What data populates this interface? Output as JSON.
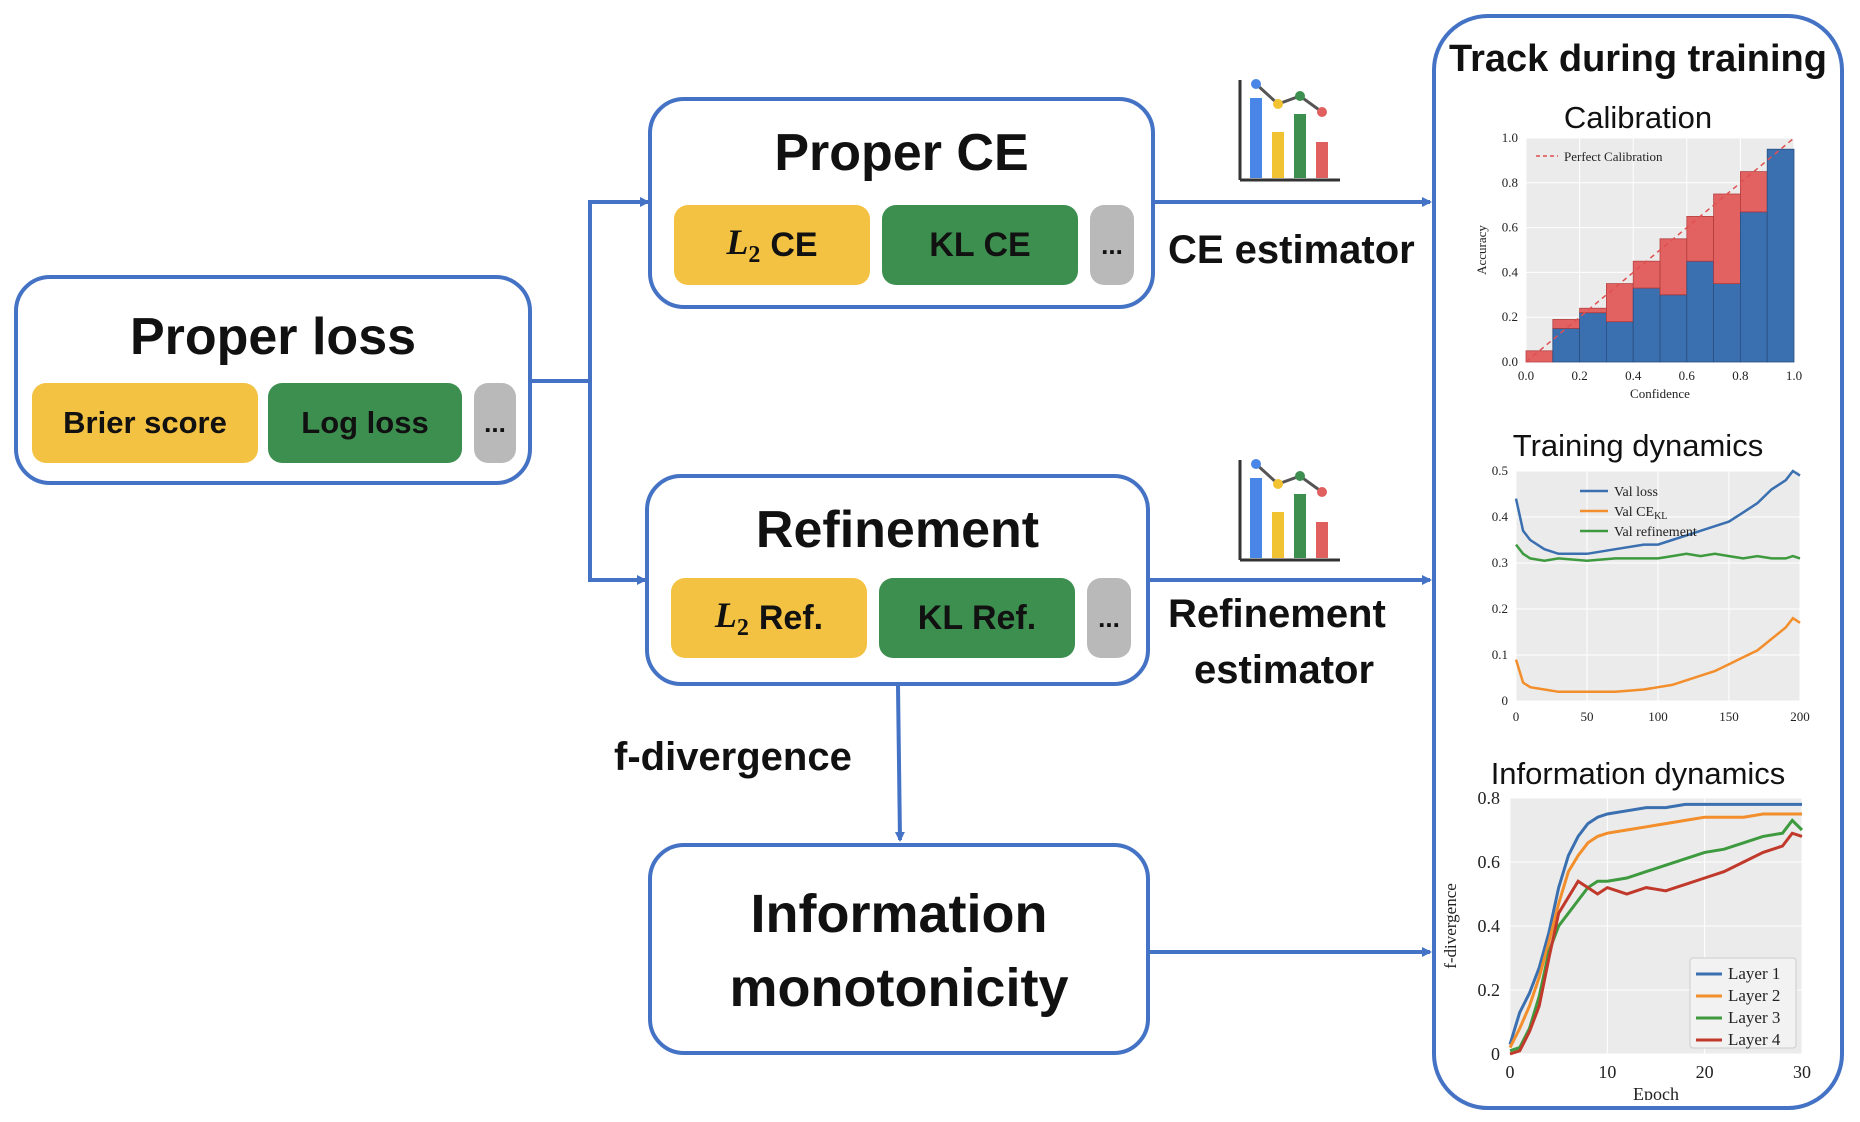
{
  "proper_loss": {
    "title": "Proper loss",
    "chips": {
      "c1": "Brier score",
      "c2": "Log loss",
      "more": "..."
    }
  },
  "proper_ce": {
    "title": "Proper CE",
    "chips": {
      "c1_math": "L",
      "c1_sub": "2",
      "c1_text": "CE",
      "c2": "KL CE",
      "more": "..."
    }
  },
  "refinement": {
    "title": "Refinement",
    "chips": {
      "c1_math": "L",
      "c1_sub": "2",
      "c1_text": "Ref.",
      "c2": "KL Ref.",
      "more": "..."
    }
  },
  "info_mono": {
    "line1": "Information",
    "line2": "monotonicity"
  },
  "edge_labels": {
    "ce_estimator": "CE estimator",
    "ref_estimator_1": "Refinement",
    "ref_estimator_2": "estimator",
    "f_divergence": "f-divergence"
  },
  "panel": {
    "title": "Track during training",
    "calibration_title": "Calibration",
    "training_title": "Training dynamics",
    "info_title": "Information dynamics"
  },
  "icon_colors": [
    "#4a86e8",
    "#f1c232",
    "#3d8f4f",
    "#e06060"
  ],
  "chart_data": [
    {
      "type": "bar",
      "title": "Calibration",
      "xlabel": "Confidence",
      "ylabel": "Accuracy",
      "xlim": [
        0,
        1
      ],
      "ylim": [
        0,
        1
      ],
      "xticks": [
        "0.0",
        "0.2",
        "0.4",
        "0.6",
        "0.8",
        "1.0"
      ],
      "yticks": [
        "0.0",
        "0.2",
        "0.4",
        "0.6",
        "0.8",
        "1.0"
      ],
      "bins": [
        0.0,
        0.1,
        0.2,
        0.3,
        0.4,
        0.5,
        0.6,
        0.7,
        0.8,
        0.9,
        1.0
      ],
      "accuracy": [
        0.0,
        0.15,
        0.22,
        0.18,
        0.33,
        0.3,
        0.45,
        0.35,
        0.67,
        0.95
      ],
      "expected": [
        0.05,
        0.19,
        0.24,
        0.35,
        0.45,
        0.55,
        0.65,
        0.75,
        0.85,
        0.95
      ],
      "legend": "Perfect Calibration",
      "grid": true
    },
    {
      "type": "line",
      "title": "Training dynamics",
      "xlim": [
        0,
        200
      ],
      "ylim": [
        0,
        0.5
      ],
      "xticks": [
        "0",
        "50",
        "100",
        "150",
        "200"
      ],
      "yticks": [
        "0",
        "0.1",
        "0.2",
        "0.3",
        "0.4",
        "0.5"
      ],
      "legend_position": "top-center",
      "series": [
        {
          "name": "Val loss",
          "name_sub": "",
          "color": "#3a6fb0",
          "x": [
            0,
            5,
            10,
            20,
            30,
            50,
            70,
            90,
            100,
            110,
            120,
            130,
            140,
            150,
            160,
            170,
            180,
            190,
            195,
            200
          ],
          "y": [
            0.44,
            0.37,
            0.35,
            0.33,
            0.32,
            0.32,
            0.33,
            0.34,
            0.34,
            0.35,
            0.36,
            0.37,
            0.38,
            0.39,
            0.41,
            0.43,
            0.46,
            0.48,
            0.5,
            0.49
          ]
        },
        {
          "name": "Val CE",
          "name_sub": "KL",
          "color": "#f28e2b",
          "x": [
            0,
            5,
            10,
            20,
            30,
            50,
            70,
            90,
            100,
            110,
            120,
            130,
            140,
            150,
            160,
            170,
            180,
            190,
            195,
            200
          ],
          "y": [
            0.09,
            0.04,
            0.03,
            0.025,
            0.02,
            0.02,
            0.02,
            0.025,
            0.03,
            0.035,
            0.045,
            0.055,
            0.065,
            0.08,
            0.095,
            0.11,
            0.135,
            0.16,
            0.18,
            0.17
          ]
        },
        {
          "name": "Val refinement",
          "name_sub": "",
          "color": "#3e9a3e",
          "x": [
            0,
            5,
            10,
            20,
            30,
            50,
            70,
            90,
            100,
            110,
            120,
            130,
            140,
            150,
            160,
            170,
            180,
            190,
            195,
            200
          ],
          "y": [
            0.34,
            0.32,
            0.31,
            0.305,
            0.31,
            0.305,
            0.31,
            0.31,
            0.31,
            0.315,
            0.32,
            0.315,
            0.32,
            0.315,
            0.31,
            0.315,
            0.31,
            0.31,
            0.315,
            0.31
          ]
        }
      ]
    },
    {
      "type": "line",
      "title": "Information dynamics",
      "xlabel": "Epoch",
      "ylabel": "f-divergence",
      "xlim": [
        0,
        30
      ],
      "ylim": [
        0,
        0.8
      ],
      "xticks": [
        "0",
        "10",
        "20",
        "30"
      ],
      "yticks": [
        "0",
        "0.2",
        "0.4",
        "0.6",
        "0.8"
      ],
      "legend_position": "bottom-right",
      "series": [
        {
          "name": "Layer 1",
          "color": "#3a6fb0",
          "x": [
            0,
            1,
            2,
            3,
            4,
            5,
            6,
            7,
            8,
            9,
            10,
            12,
            14,
            16,
            18,
            20,
            22,
            24,
            26,
            28,
            30
          ],
          "y": [
            0.03,
            0.13,
            0.19,
            0.27,
            0.38,
            0.52,
            0.62,
            0.68,
            0.72,
            0.74,
            0.75,
            0.76,
            0.77,
            0.77,
            0.78,
            0.78,
            0.78,
            0.78,
            0.78,
            0.78,
            0.78
          ]
        },
        {
          "name": "Layer 2",
          "color": "#f28e2b",
          "x": [
            0,
            1,
            2,
            3,
            4,
            5,
            6,
            7,
            8,
            9,
            10,
            12,
            14,
            16,
            18,
            20,
            22,
            24,
            26,
            28,
            30
          ],
          "y": [
            0.02,
            0.08,
            0.15,
            0.24,
            0.35,
            0.47,
            0.57,
            0.62,
            0.66,
            0.68,
            0.69,
            0.7,
            0.71,
            0.72,
            0.73,
            0.74,
            0.74,
            0.74,
            0.75,
            0.75,
            0.75
          ]
        },
        {
          "name": "Layer 3",
          "color": "#3e9a3e",
          "x": [
            0,
            1,
            2,
            3,
            4,
            5,
            6,
            7,
            8,
            9,
            10,
            12,
            14,
            16,
            18,
            20,
            22,
            24,
            26,
            28,
            29,
            30
          ],
          "y": [
            0.01,
            0.02,
            0.08,
            0.18,
            0.32,
            0.4,
            0.44,
            0.48,
            0.52,
            0.54,
            0.54,
            0.55,
            0.57,
            0.59,
            0.61,
            0.63,
            0.64,
            0.66,
            0.68,
            0.69,
            0.73,
            0.7
          ]
        },
        {
          "name": "Layer 4",
          "color": "#c0392b",
          "x": [
            0,
            1,
            2,
            3,
            4,
            5,
            6,
            7,
            8,
            9,
            10,
            12,
            14,
            16,
            18,
            20,
            22,
            24,
            26,
            28,
            29,
            30
          ],
          "y": [
            0.0,
            0.01,
            0.07,
            0.15,
            0.3,
            0.44,
            0.49,
            0.54,
            0.52,
            0.5,
            0.52,
            0.5,
            0.52,
            0.51,
            0.53,
            0.55,
            0.57,
            0.6,
            0.63,
            0.65,
            0.69,
            0.68
          ]
        }
      ]
    }
  ]
}
